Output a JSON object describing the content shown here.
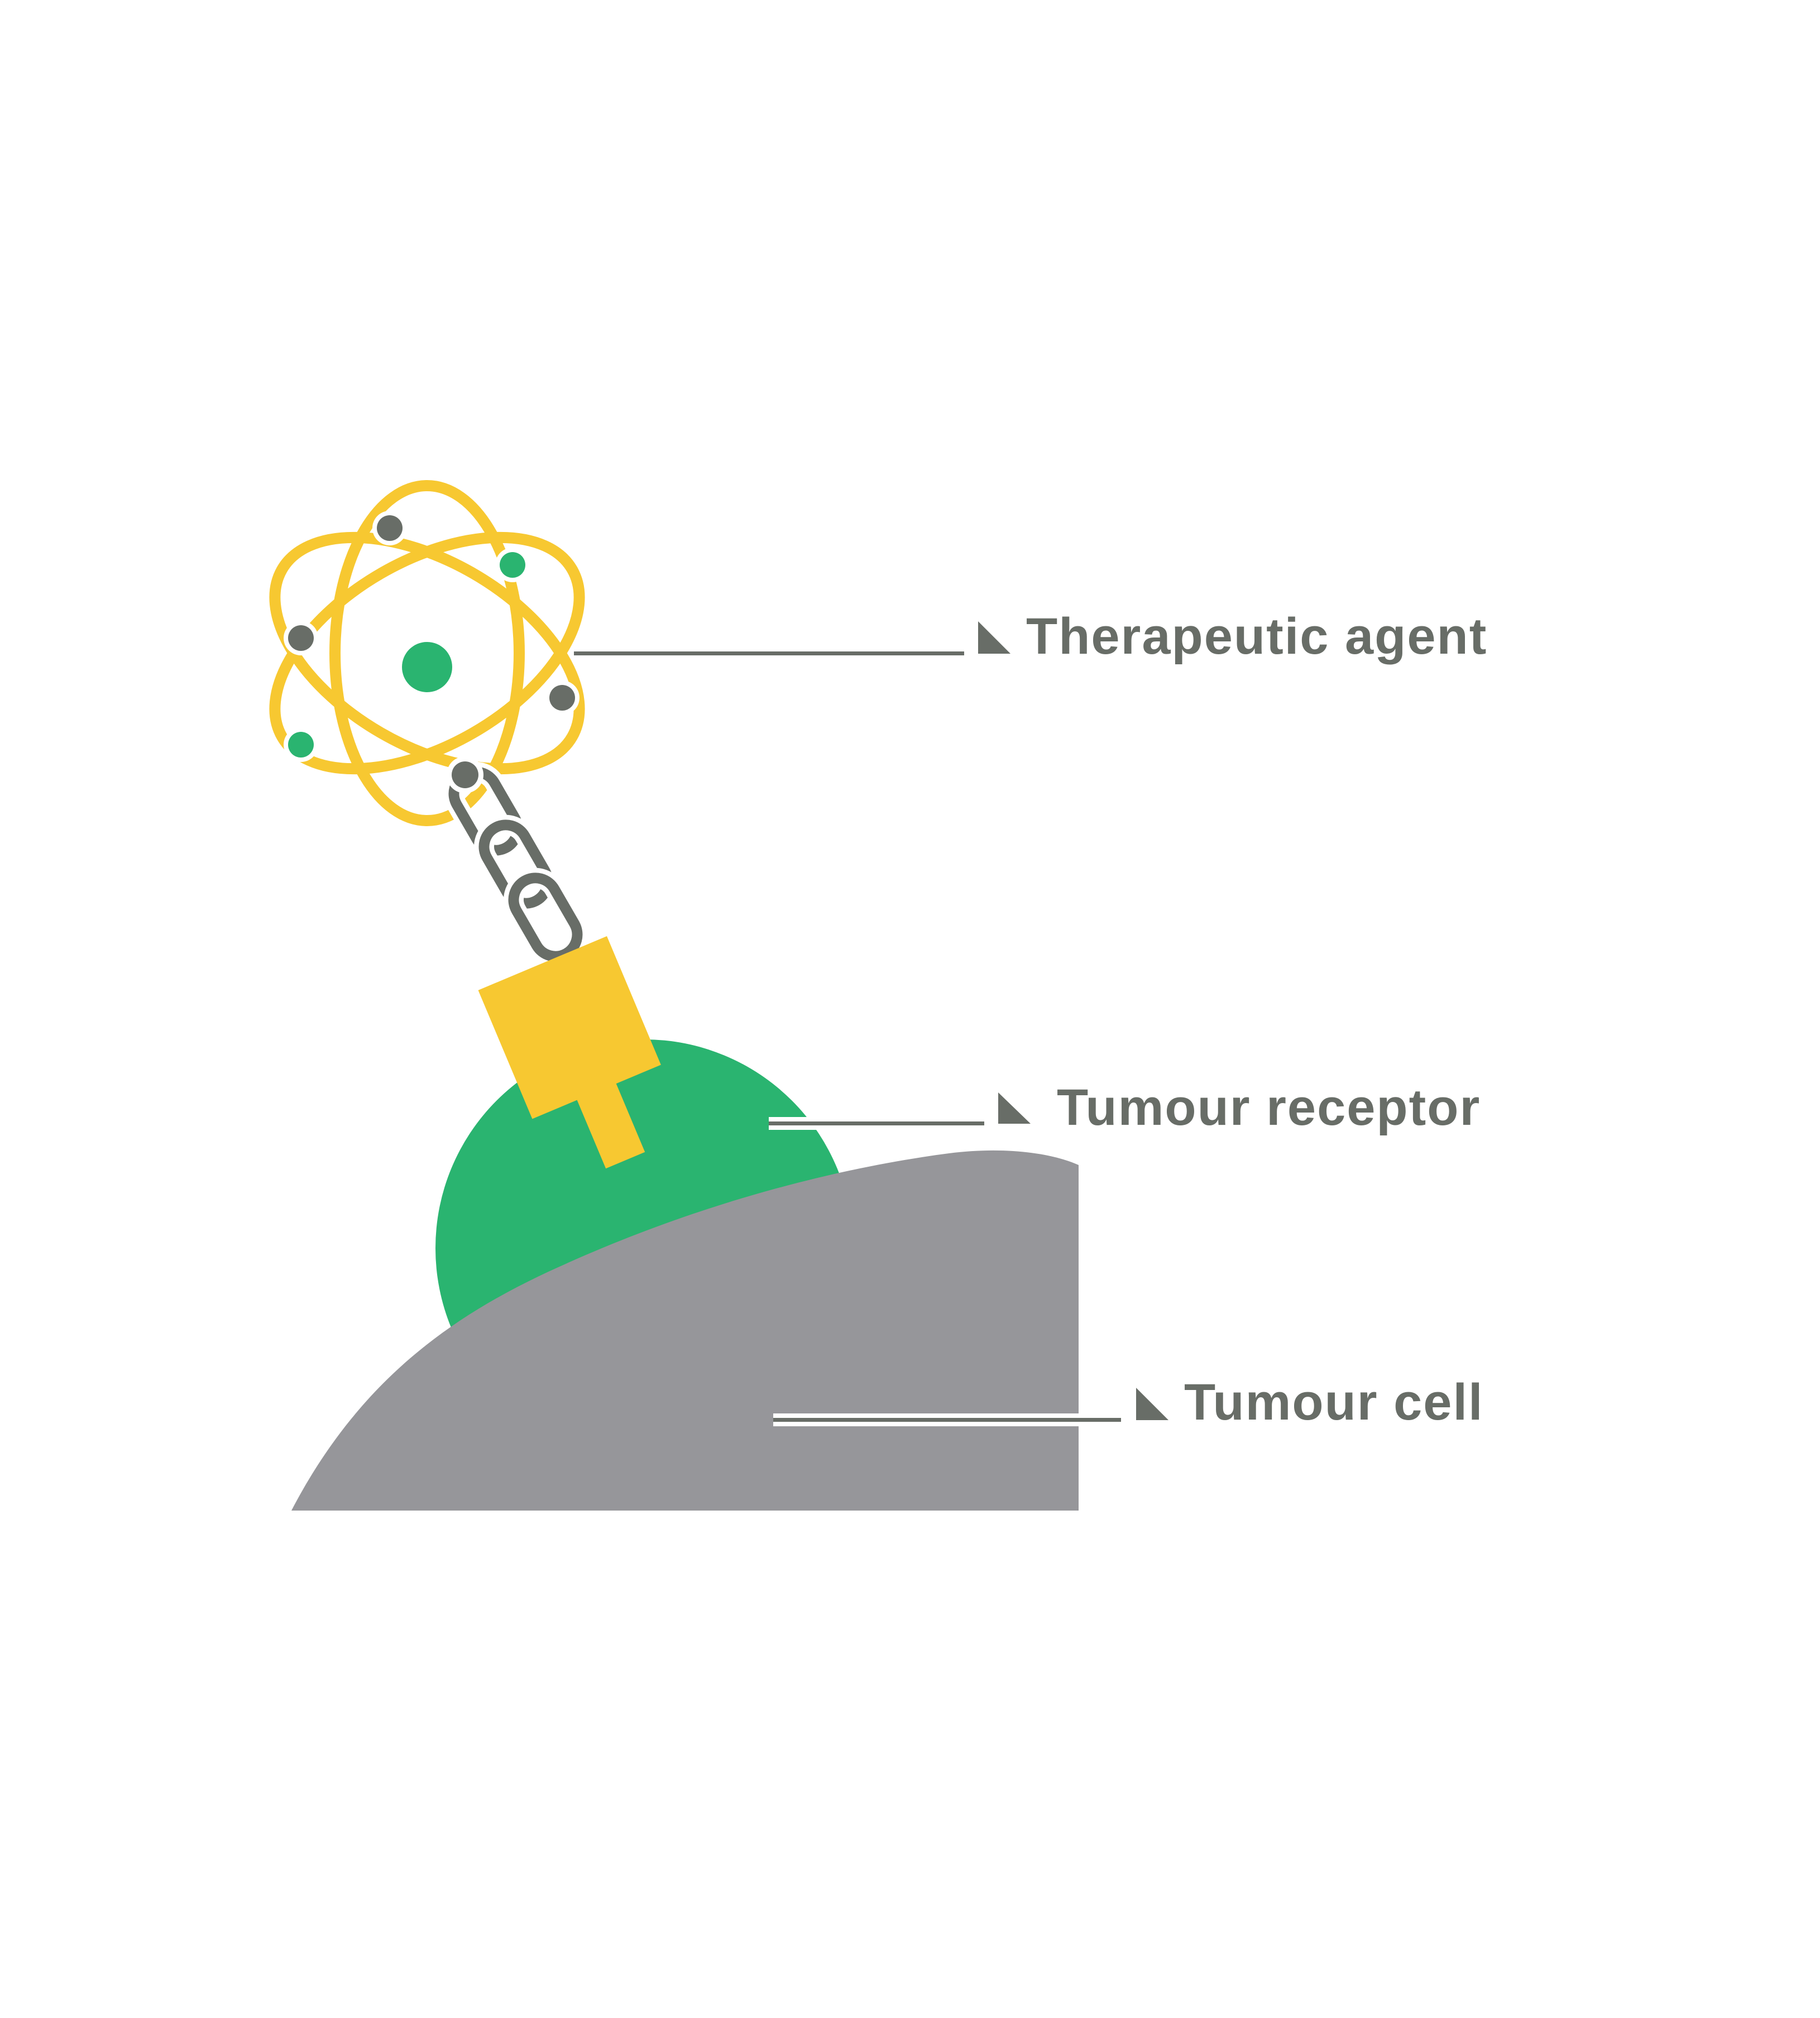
{
  "figure": {
    "description_names": {
      "atom": "atom-icon",
      "chain": "chain-links-icon",
      "plug": "plug-connector-icon",
      "marker": "lower-left-triangle-marker"
    }
  },
  "labels": {
    "therapeutic_agent": "Therapeutic agent",
    "tumour_receptor": "Tumour receptor",
    "tumour_cell": "Tumour cell"
  },
  "colors": {
    "background": "#FFFFFF",
    "white": "#FFFFFF",
    "yellow": "#F7C831",
    "green": "#2AB470",
    "cell_gray": "#96969A",
    "dark_gray": "#686D67"
  }
}
